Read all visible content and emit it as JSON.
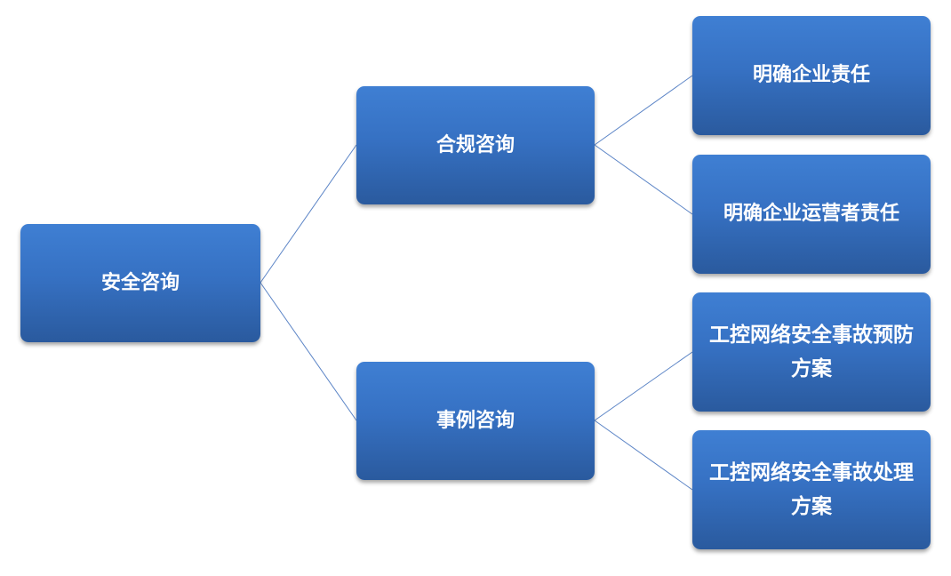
{
  "diagram": {
    "root": {
      "label": "安全咨询"
    },
    "branches": [
      {
        "label": "合规咨询",
        "children": [
          {
            "label": "明确企业责任"
          },
          {
            "label": "明确企业运营者责任"
          }
        ]
      },
      {
        "label": "事例咨询",
        "children": [
          {
            "label": "工控网络安全事故预防方案"
          },
          {
            "label": "工控网络安全事故处理方案"
          }
        ]
      }
    ],
    "colors": {
      "node_fill_top": "#3f7fd3",
      "node_fill_bottom": "#2a5a9e",
      "node_text": "#ffffff",
      "connector": "#5b84c6",
      "background": "#ffffff"
    }
  }
}
